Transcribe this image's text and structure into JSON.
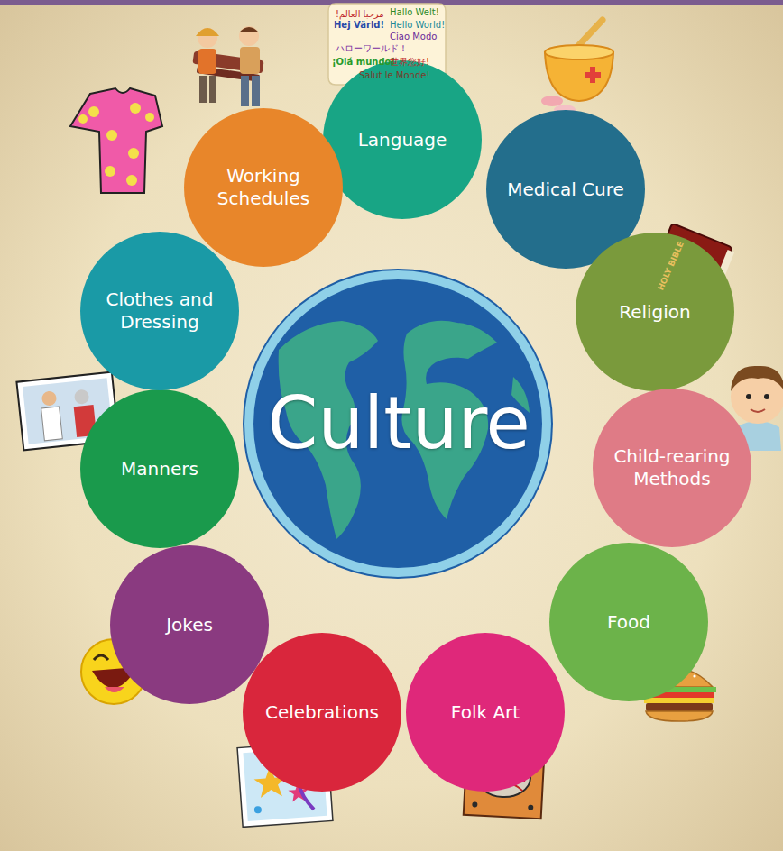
{
  "diagram": {
    "nodes": [
      {
        "text": [
          "Culture"
        ]
      },
      {
        "text": [
          "Language"
        ]
      },
      {
        "text": [
          "Medical Cure"
        ]
      },
      {
        "text": [
          "Religion"
        ]
      },
      {
        "text": [
          "Child-rearing Methods"
        ]
      },
      {
        "text": [
          "Food"
        ]
      },
      {
        "text": [
          "Folk Art"
        ]
      },
      {
        "text": [
          "Celebrations"
        ]
      },
      {
        "text": [
          "Jokes"
        ]
      },
      {
        "text": [
          "Manners"
        ]
      },
      {
        "text": [
          "Clothes and Dressing"
        ]
      },
      {
        "text": [
          "Working Schedules"
        ]
      }
    ],
    "labels": [
      "مرحبا العالم!",
      "Hallo Welt!",
      "Hej Värld!",
      "Hello World!",
      "Ciao Modo",
      "ハローワールド！",
      "¡Olá mundo!",
      "世界您好!",
      "Salut le Monde!",
      "HOLY BIBLE"
    ]
  }
}
